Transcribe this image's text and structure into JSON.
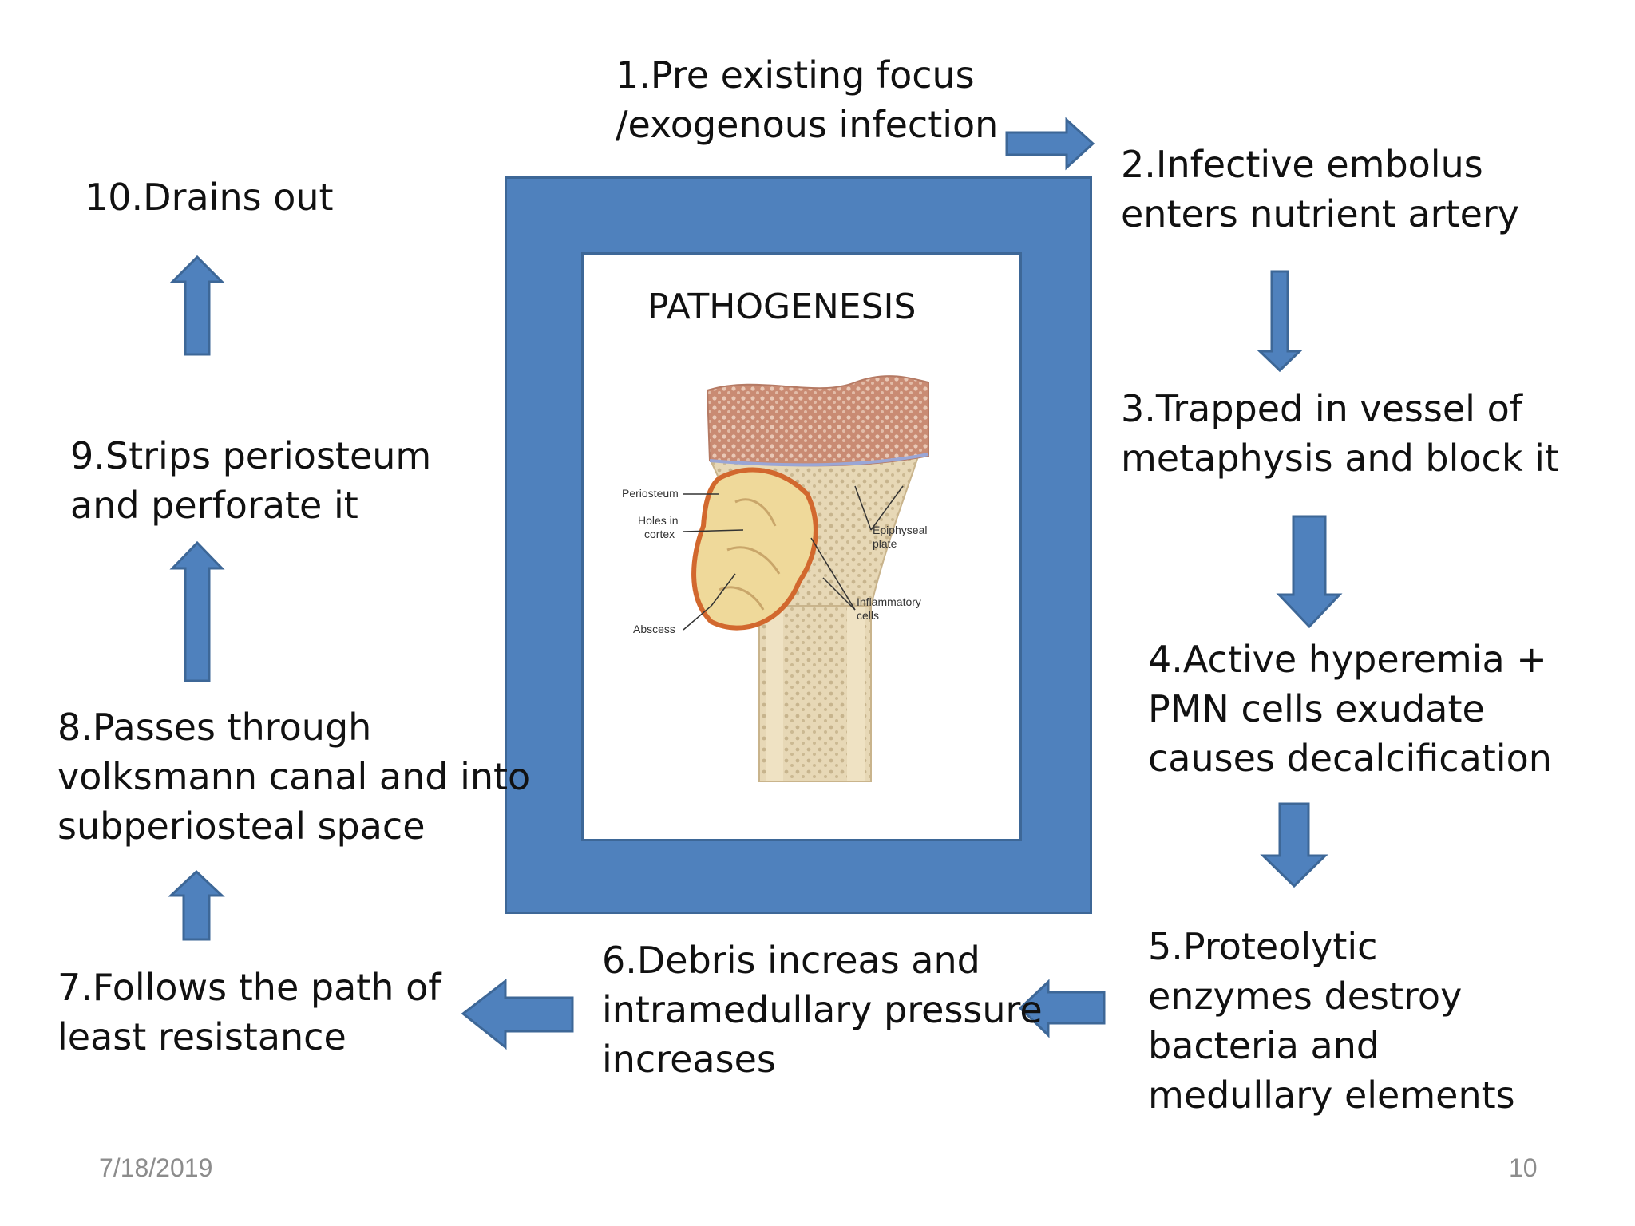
{
  "center": {
    "title": "PATHOGENESIS",
    "labels": {
      "periosteum": "Periosteum",
      "holes_1": "Holes in",
      "holes_2": "cortex",
      "abscess": "Abscess",
      "epiphyseal_1": "Epiphyseal",
      "epiphyseal_2": "plate",
      "inflammatory_1": "Inflammatory",
      "inflammatory_2": "cells"
    }
  },
  "steps": [
    {
      "lines": [
        "1.Pre existing focus",
        "/exogenous infection"
      ]
    },
    {
      "lines": [
        "2.Infective embolus",
        "enters nutrient artery"
      ]
    },
    {
      "lines": [
        "3.Trapped in vessel of",
        "metaphysis and block it"
      ]
    },
    {
      "lines": [
        "4.Active hyperemia +",
        "PMN cells exudate",
        "causes decalcification"
      ]
    },
    {
      "lines": [
        "5.Proteolytic",
        "enzymes destroy",
        "bacteria and",
        "medullary elements"
      ]
    },
    {
      "lines": [
        "6.Debris increas and",
        "intramedullary pressure",
        "increases"
      ]
    },
    {
      "lines": [
        "7.Follows the path of",
        "least resistance"
      ]
    },
    {
      "lines": [
        "8.Passes through",
        "volksmann canal  and into",
        "subperiosteal space"
      ]
    },
    {
      "lines": [
        "9.Strips periosteum",
        "and perforate it"
      ]
    },
    {
      "lines": [
        "10.Drains out"
      ]
    }
  ],
  "footer": {
    "date": "7/18/2019",
    "page": "10"
  },
  "colors": {
    "accent": "#4f81bd",
    "accent_border": "#3d6797"
  }
}
